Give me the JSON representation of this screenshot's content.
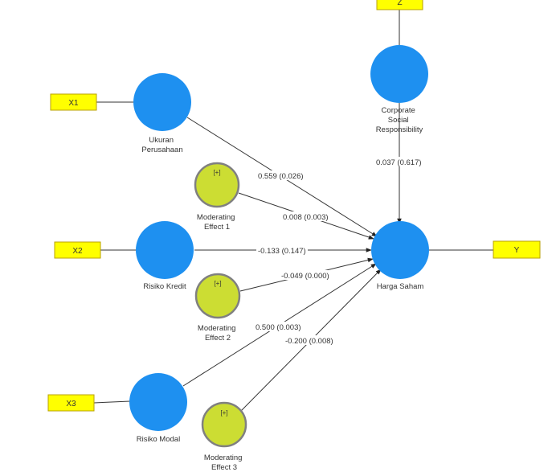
{
  "indicators": {
    "x1": "X1",
    "x2": "X2",
    "x3": "X3",
    "z": "Z",
    "y": "Y"
  },
  "constructs": {
    "ukuran": [
      "Ukuran",
      "Perusahaan"
    ],
    "risiko_kredit": [
      "Risiko Kredit"
    ],
    "risiko_modal": [
      "Risiko Modal"
    ],
    "csr": [
      "Corporate",
      "Social",
      "Responsibility"
    ],
    "harga_saham": [
      "Harga Saham"
    ],
    "moderating_1": [
      "Moderating",
      "Effect 1"
    ],
    "moderating_2": [
      "Moderating",
      "Effect 2"
    ],
    "moderating_3": [
      "Moderating",
      "Effect 3"
    ]
  },
  "moderator_marker": "[+]",
  "path_coefficients": {
    "ukuran_to_harga": "0.559 (0.026)",
    "mod1_to_harga": "0.008 (0.003)",
    "kredit_to_harga": "-0.133 (0.147)",
    "mod2_to_harga": "-0.049 (0.000)",
    "modal_to_harga": "0.500 (0.003)",
    "mod3_to_harga": "-0.200 (0.008)",
    "csr_to_harga": "0.037 (0.617)"
  },
  "colors": {
    "latent": "#1E90F0",
    "moderator_fill": "#CCDD33",
    "moderator_stroke": "#808080",
    "indicator_fill": "#FFFF00",
    "indicator_stroke": "#B8A000",
    "line": "#333333"
  }
}
